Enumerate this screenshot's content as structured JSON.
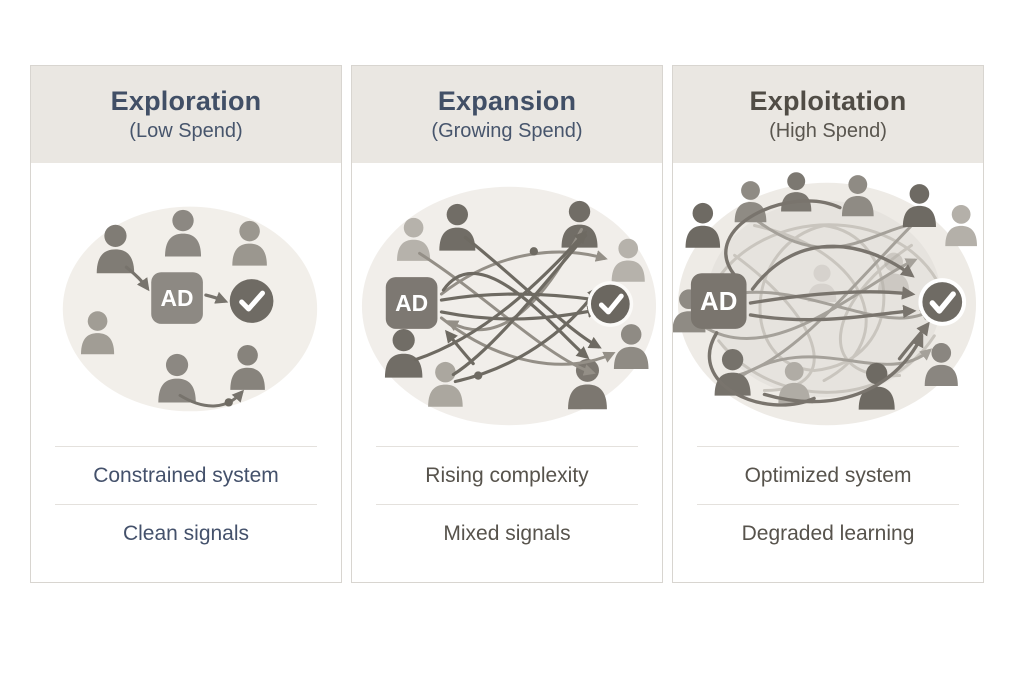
{
  "panels": [
    {
      "id": "exploration",
      "title": "Exploration",
      "subtitle": "(Low Spend)",
      "ad_label": "AD",
      "footer": [
        "Constrained system",
        "Clean signals"
      ]
    },
    {
      "id": "expansion",
      "title": "Expansion",
      "subtitle": "(Growing Spend)",
      "ad_label": "AD",
      "footer": [
        "Rising complexity",
        "Mixed signals"
      ]
    },
    {
      "id": "exploitation",
      "title": "Exploitation",
      "subtitle": "(High Spend)",
      "ad_label": "AD",
      "footer": [
        "Optimized system",
        "Degraded learning"
      ]
    }
  ],
  "colors": {
    "page_background": "#ffffff",
    "card_border": "#d8d5d0",
    "header_background": "#eae7e2",
    "title_slate": "#414f66",
    "title_warm": "#504c45",
    "footer_text_slate": "#44516b",
    "footer_text_warm": "#57534c",
    "ad_box": "#84807a",
    "check_circle": "#6f6b64",
    "blob_light": "#f1eee9",
    "arrow_dark": "#6e6a62",
    "arrow_medium": "#948f87",
    "arrow_light": "#c9c5be"
  }
}
